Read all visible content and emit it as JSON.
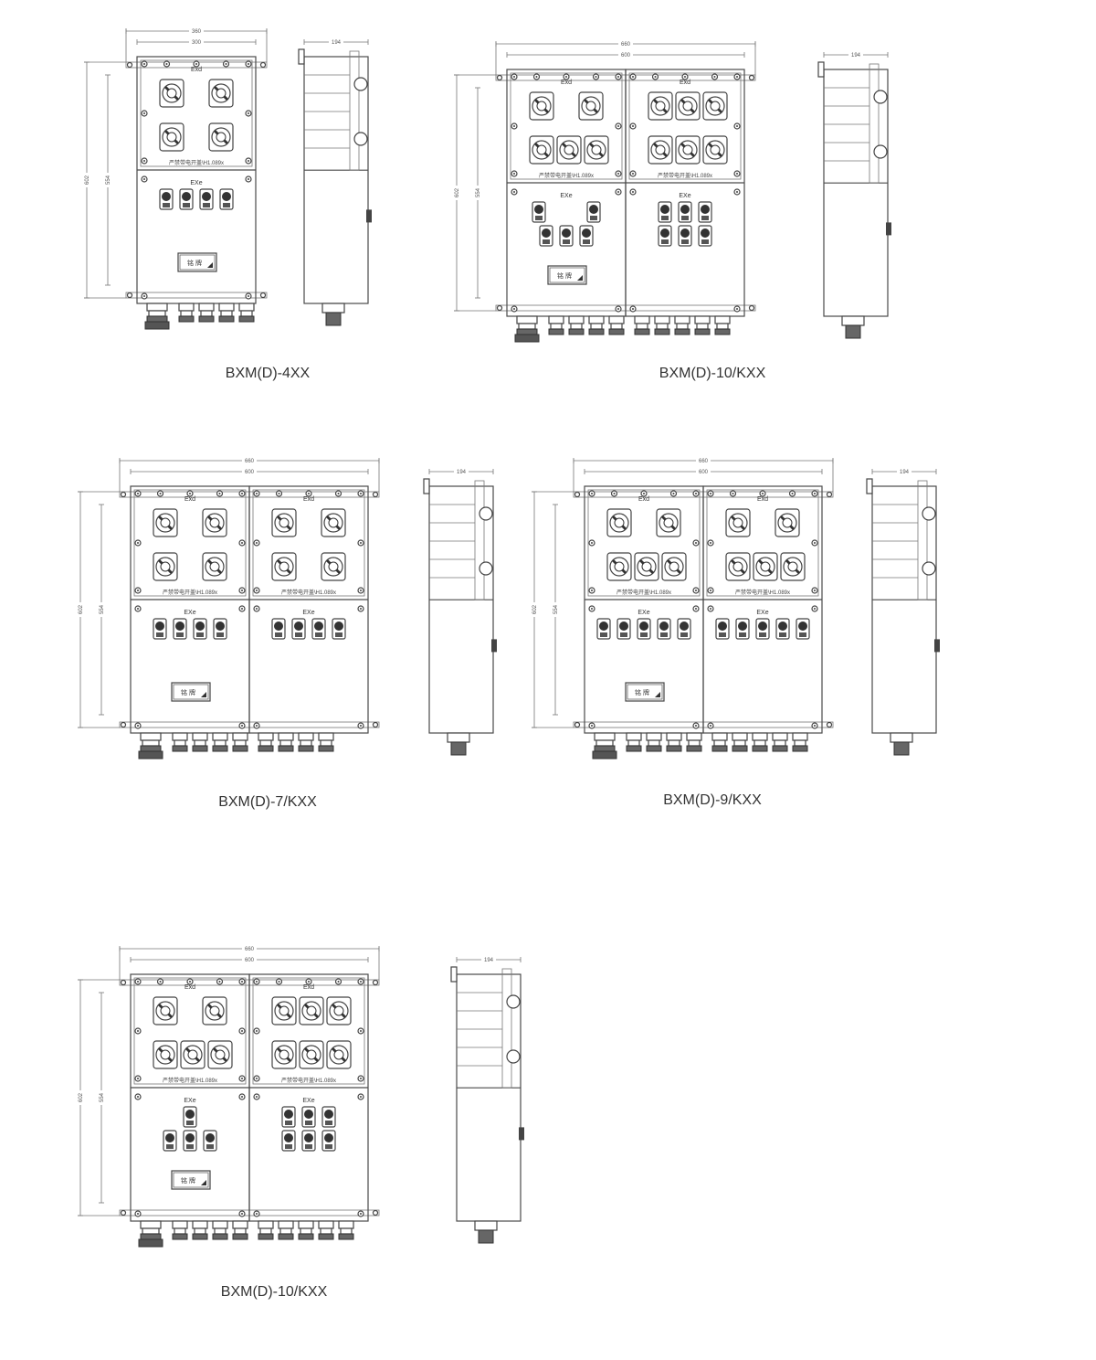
{
  "labels": {
    "exd": "Exd",
    "exe": "EXe",
    "warning": "严禁带电开盖\\H1.089x",
    "nameplate": "铭 牌"
  },
  "models": [
    {
      "title": "BXM(D)-4XX",
      "dims": {
        "outer_w": "360",
        "inner_w": "300",
        "outer_h": "602",
        "inner_h": "554",
        "depth": "194"
      },
      "exd_rows": [
        2,
        2
      ],
      "exe_rows": [
        4
      ],
      "units": 1,
      "glands": [
        1,
        4
      ]
    },
    {
      "title": "BXM(D)-10/KXX",
      "dims": {
        "outer_w": "660",
        "inner_w": "600",
        "outer_h": "602",
        "inner_h": "554",
        "depth": "194"
      },
      "exd_rows_units": [
        [
          2,
          3
        ],
        [
          3,
          3
        ]
      ],
      "exe_rows_units": [
        [
          2,
          3
        ],
        [
          3,
          3
        ]
      ],
      "units": 2
    },
    {
      "title": "BXM(D)-7/KXX",
      "dims": {
        "outer_w": "660",
        "inner_w": "600",
        "outer_h": "602",
        "inner_h": "554",
        "depth": "194"
      },
      "units": 2
    },
    {
      "title": "BXM(D)-9/KXX",
      "dims": {
        "outer_w": "660",
        "inner_w": "600",
        "outer_h": "602",
        "inner_h": "554",
        "depth": "194"
      },
      "units": 2
    },
    {
      "title": "BXM(D)-10/KXX",
      "dims": {
        "outer_w": "660",
        "inner_w": "600",
        "outer_h": "602",
        "inner_h": "554",
        "depth": "194"
      },
      "units": 2
    }
  ]
}
